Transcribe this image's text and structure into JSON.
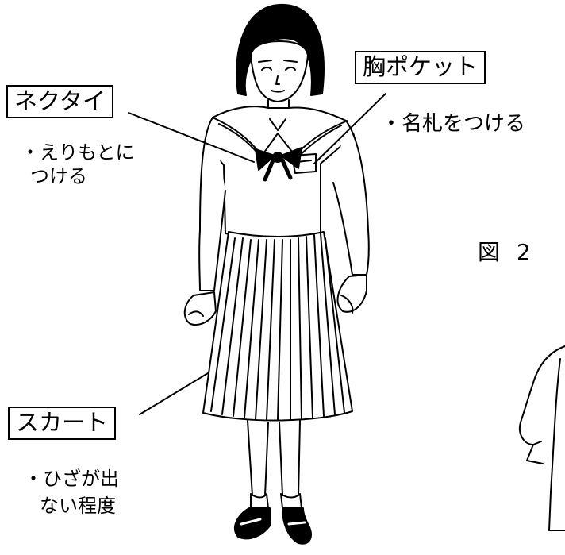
{
  "labels": {
    "necktie": "ネクタイ",
    "chest_pocket": "胸ポケット",
    "skirt": "スカート"
  },
  "notes": {
    "necktie_line1": "・えりもとに",
    "necktie_line2": "つける",
    "chest_pocket": "・名札をつける",
    "skirt_line1": "・ひざが出",
    "skirt_line2": "ない程度"
  },
  "figure_label": "図 2",
  "colors": {
    "ink": "#000000",
    "paper": "#ffffff"
  }
}
